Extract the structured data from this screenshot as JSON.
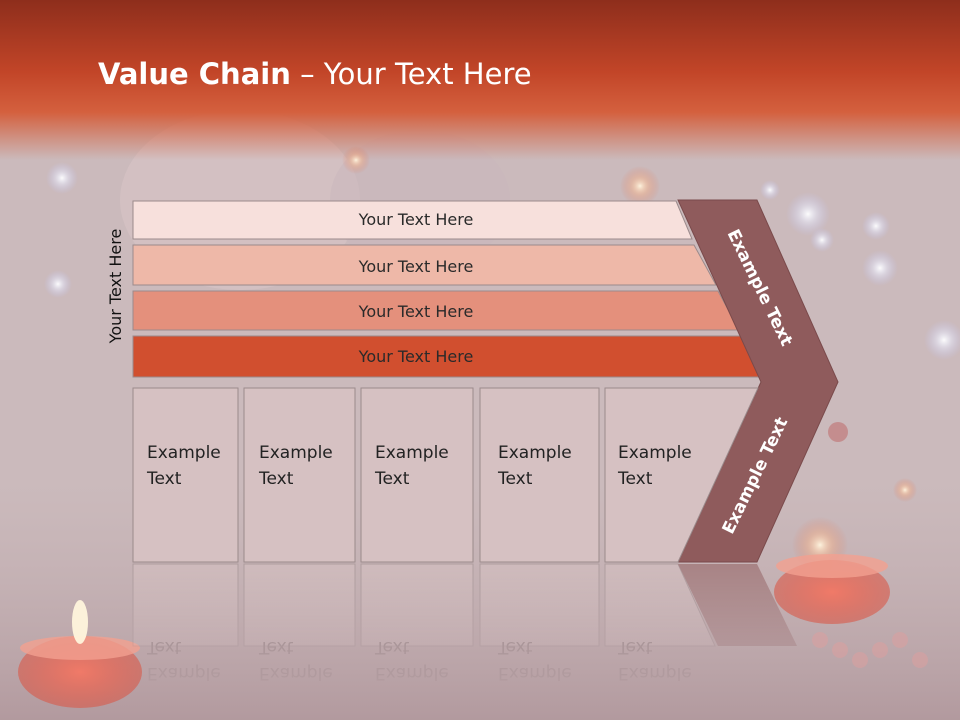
{
  "slide": {
    "title_bold": "Value Chain",
    "title_rest": " – Your Text Here",
    "side_label": "Your Text Here"
  },
  "bars": [
    {
      "label": "Your Text Here",
      "color": "#f7e0dc"
    },
    {
      "label": "Your Text Here",
      "color": "#eeb8a8"
    },
    {
      "label": "Your Text Here",
      "color": "#e4907c"
    },
    {
      "label": "Your Text Here",
      "color": "#d14f2f"
    }
  ],
  "chevron": {
    "upper_label": "Example Text",
    "lower_label": "Example Text",
    "color": "#8f5b5c"
  },
  "boxes": [
    {
      "line1": "Example",
      "line2": "Text"
    },
    {
      "line1": "Example",
      "line2": "Text"
    },
    {
      "line1": "Example",
      "line2": "Text"
    },
    {
      "line1": "Example",
      "line2": "Text"
    },
    {
      "line1": "Example",
      "line2": "Text"
    }
  ],
  "colors": {
    "title_band": "#c24528",
    "box_fill": "#d6c1c2",
    "box_border": "#9b8a8b"
  }
}
